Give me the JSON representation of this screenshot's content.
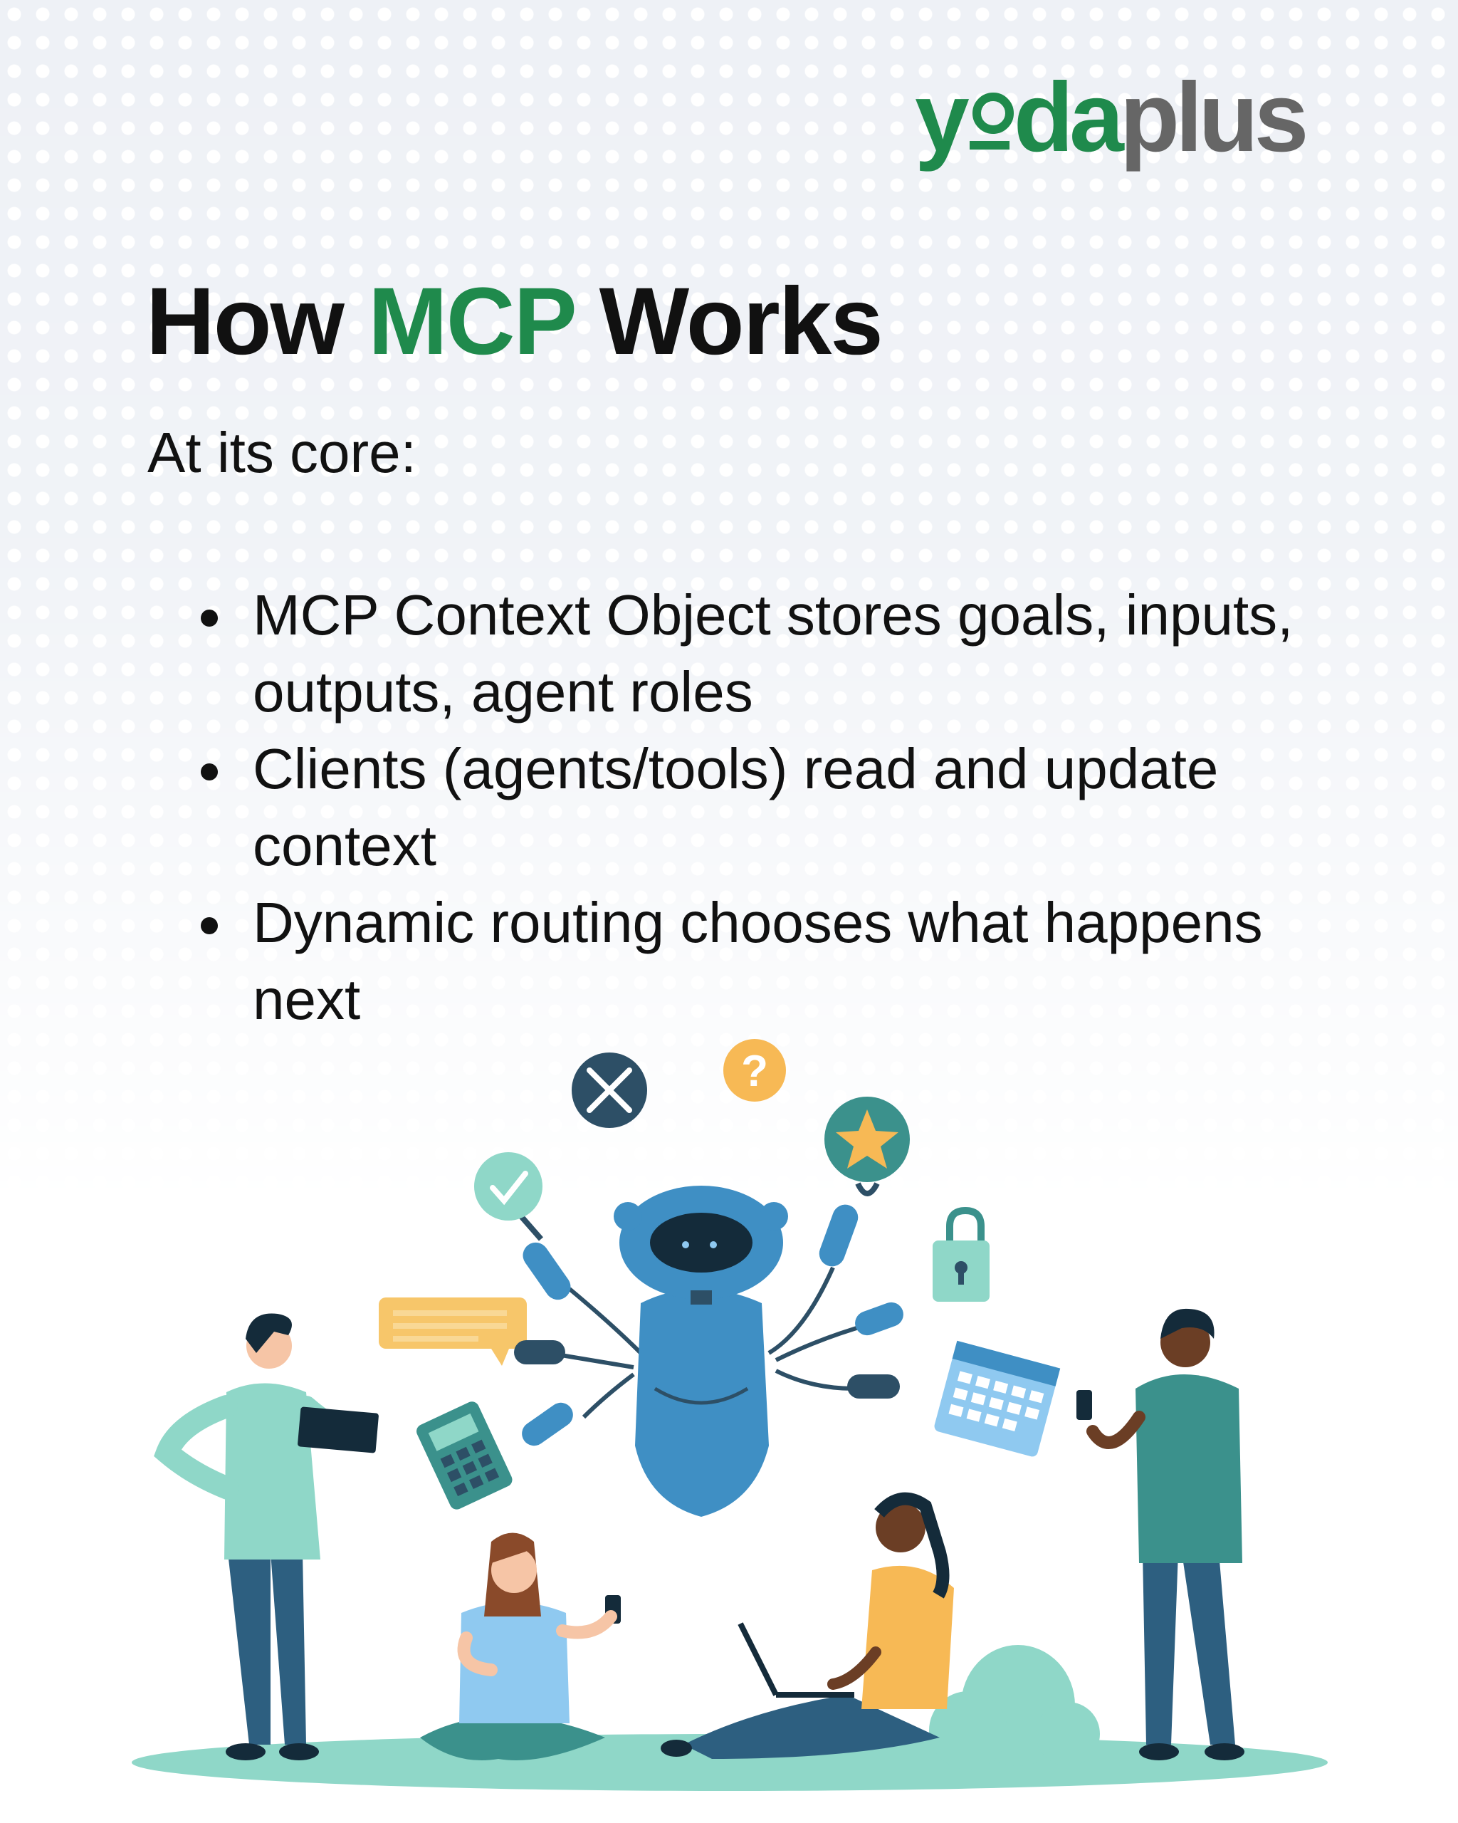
{
  "brand": {
    "logo_part1": "y",
    "logo_part2": "da",
    "logo_part3": "plus"
  },
  "heading": {
    "prefix": "How ",
    "accent": "MCP",
    "suffix": " Works"
  },
  "subtitle": "At its core:",
  "bullets": [
    "MCP Context Object stores goals, inputs, outputs, agent roles",
    "Clients (agents/tools) read and update context",
    "Dynamic routing chooses what happens next"
  ],
  "illustration": {
    "icons": [
      "close-icon",
      "question-icon",
      "check-icon",
      "star-icon",
      "lock-icon",
      "calendar-icon",
      "calculator-icon",
      "chat-bubble-icon"
    ],
    "question_mark": "?",
    "colors": {
      "brand_green": "#1f8a4c",
      "robot_blue": "#3f8fc4",
      "teal": "#3b918c",
      "mint": "#8fd7c8",
      "amber": "#f7b955",
      "navy": "#2d4f66"
    }
  }
}
